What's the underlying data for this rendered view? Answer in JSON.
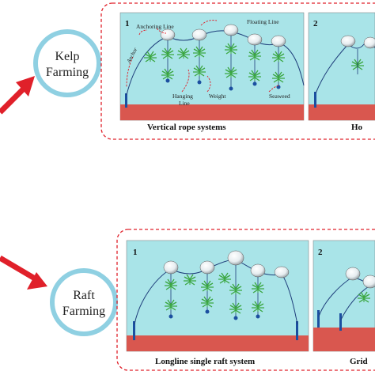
{
  "kelp": {
    "circle_line1": "Kelp",
    "circle_line2": "Farming",
    "panel1_number": "1",
    "panel1_caption": "Vertical rope systems",
    "panel2_number": "2",
    "panel2_caption": "Ho",
    "labels": {
      "anchor": "Anchor",
      "anchoring_line": "Anchoring Line",
      "floating_line": "Floating Line",
      "hanging_line_1": "Hanging",
      "hanging_line_2": "Line",
      "weight": "Weight",
      "seaweed": "Seaweed"
    }
  },
  "raft": {
    "circle_line1": "Raft",
    "circle_line2": "Farming",
    "panel1_number": "1",
    "panel1_caption": "Longline single raft system",
    "panel2_number": "2",
    "panel2_caption": "Grid"
  },
  "colors": {
    "accent_red": "#e0202a",
    "circle_stroke": "#8fd0e2",
    "water": "#a9e4e8",
    "seabed": "#d9574f",
    "plant": "#3aa640",
    "weight": "#1b4fa0"
  }
}
